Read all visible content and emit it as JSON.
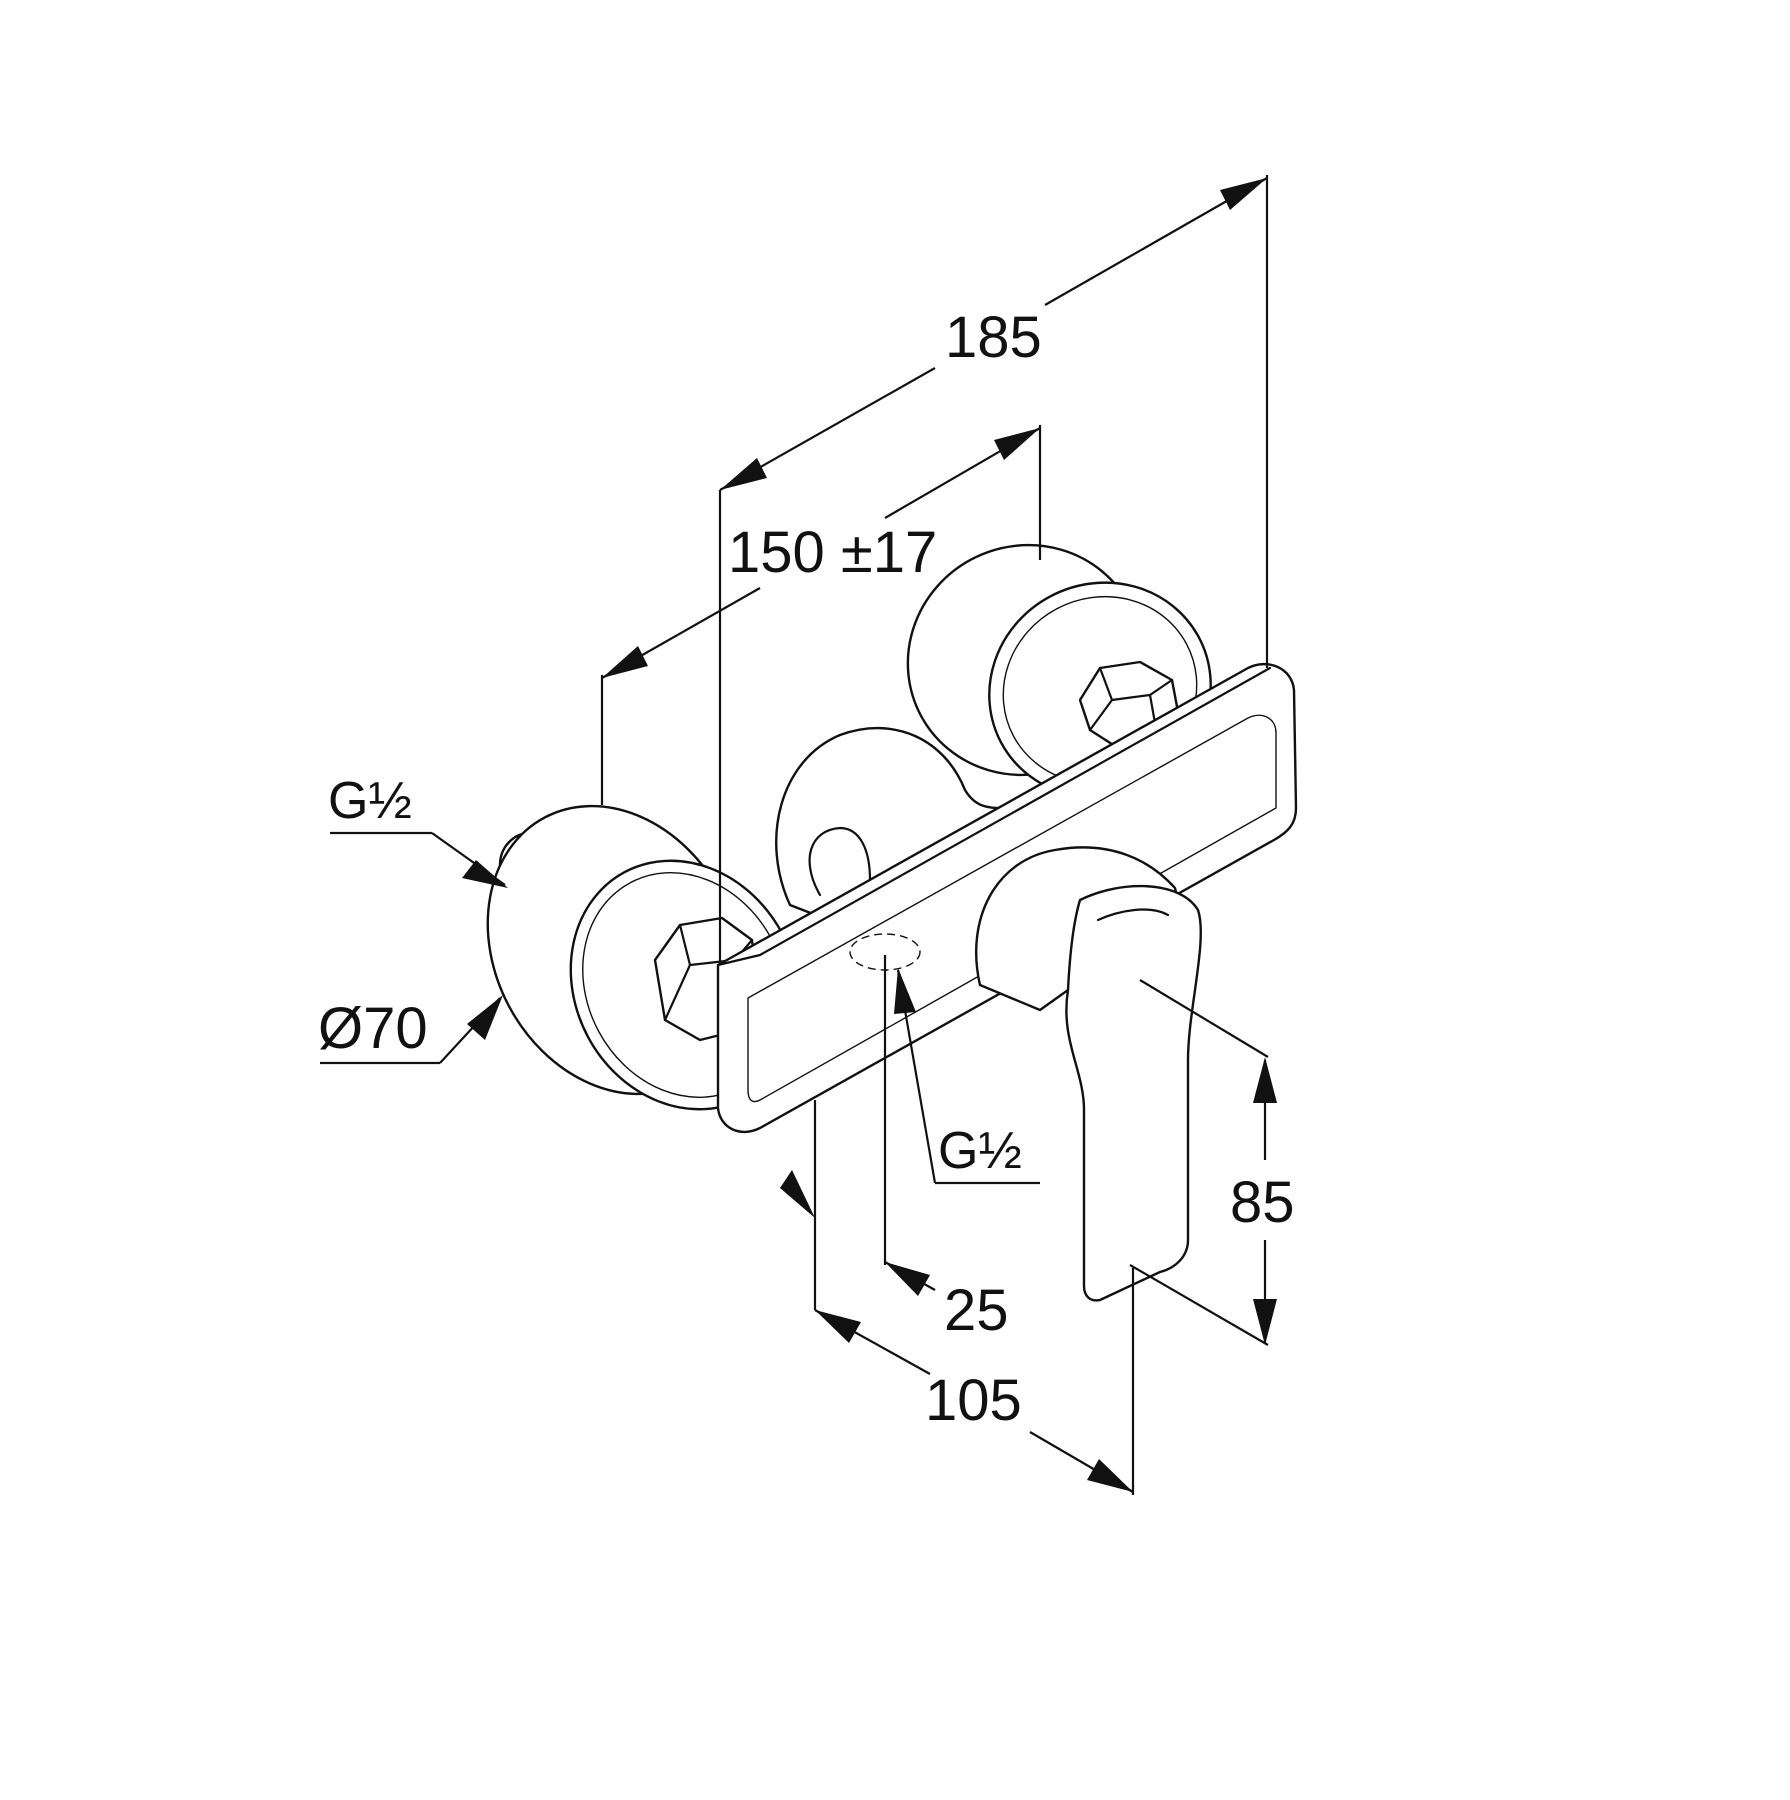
{
  "dimensions": {
    "overall_width": "185",
    "inlet_spacing": "150 ±17",
    "connection_left": "G½",
    "rosette_diameter": "Ø70",
    "outlet_connection": "G½",
    "handle_height": "85",
    "outlet_offset": "25",
    "projection": "105"
  }
}
